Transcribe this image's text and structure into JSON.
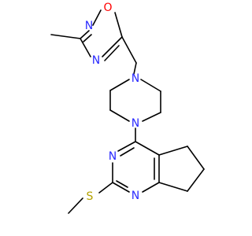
{
  "colors": {
    "background": "#ffffff",
    "bond": "#000000",
    "nitrogen": "#2b2bff",
    "oxygen": "#ff0000",
    "sulfur": "#b3a100"
  },
  "atoms": [
    {
      "id": "O1",
      "symbol": "O",
      "element": "oxygen"
    },
    {
      "id": "N2",
      "symbol": "N",
      "element": "nitrogen"
    },
    {
      "id": "N4",
      "symbol": "N",
      "element": "nitrogen"
    },
    {
      "id": "Np1",
      "symbol": "N",
      "element": "nitrogen"
    },
    {
      "id": "Np4",
      "symbol": "N",
      "element": "nitrogen"
    },
    {
      "id": "Nm3",
      "symbol": "N",
      "element": "nitrogen"
    },
    {
      "id": "Nm1",
      "symbol": "N",
      "element": "nitrogen"
    },
    {
      "id": "S",
      "symbol": "S",
      "element": "sulfur"
    }
  ]
}
